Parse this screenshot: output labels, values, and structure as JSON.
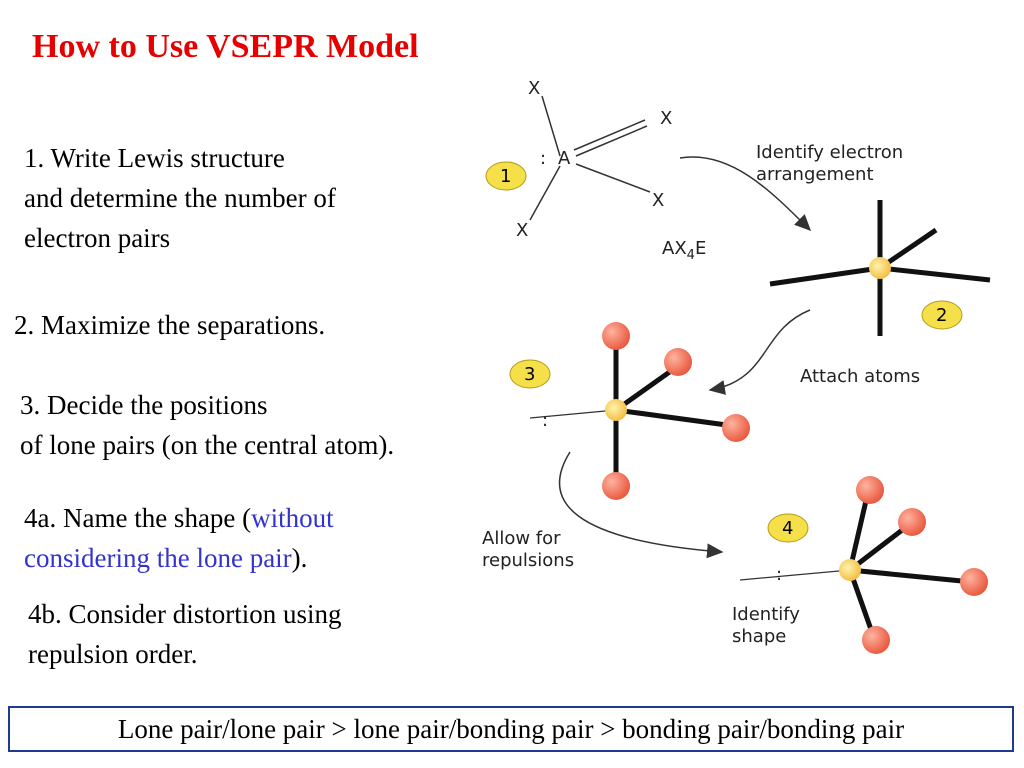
{
  "title": "How to Use VSEPR Model",
  "steps": {
    "s1": [
      "1. Write Lewis structure",
      "and determine the number of",
      "electron pairs"
    ],
    "s2": "2. Maximize the separations.",
    "s3": [
      "3. Decide the positions",
      "of lone pairs (on the central atom)."
    ],
    "s4a": {
      "prefix": "4a. Name the shape (",
      "highlight": "without",
      "highlight2": "considering the lone pair",
      "suffix": ")."
    },
    "s4b": [
      "4b. Consider distortion using",
      "repulsion order."
    ]
  },
  "summary": "Lone pair/lone pair > lone pair/bonding pair > bonding pair/bonding pair",
  "diagram": {
    "badges": [
      "1",
      "2",
      "3",
      "4"
    ],
    "atom_central": "A",
    "atom_x": "X",
    "lone_pair": ":",
    "formula_main": "AX",
    "formula_sub": "4",
    "formula_end": "E",
    "caption1": [
      "Identify electron",
      "arrangement"
    ],
    "caption2": "Attach atoms",
    "caption3": [
      "Allow for",
      "repulsions"
    ],
    "caption4": [
      "Identify",
      "shape"
    ]
  },
  "colors": {
    "title": "#e60000",
    "highlight": "#3333cc",
    "badge_fill": "#f5e04a",
    "atom_fill": "#e8553a",
    "central_fill": "#f7c948",
    "summary_border": "#1f3a93"
  }
}
